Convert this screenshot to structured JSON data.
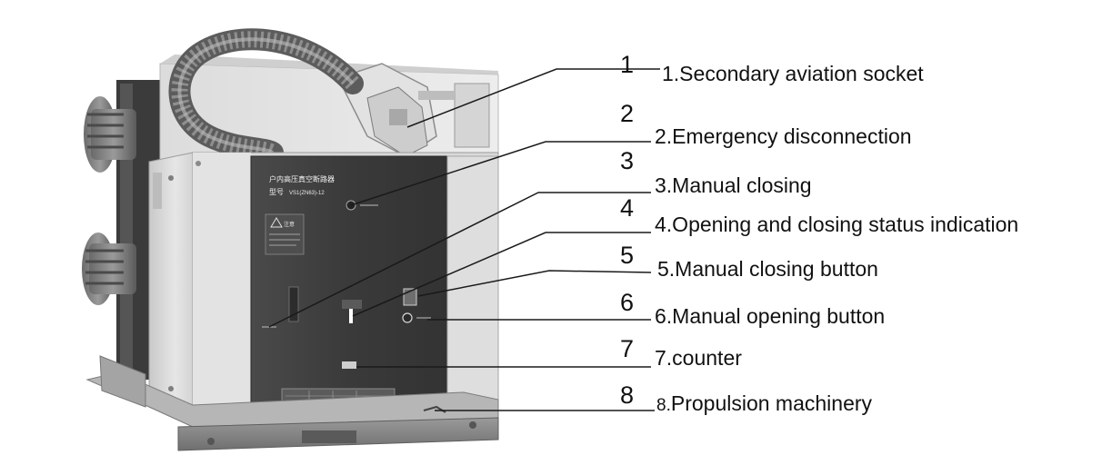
{
  "diagram": {
    "callouts": [
      {
        "number": "1",
        "label": "1.Secondary aviation socket"
      },
      {
        "number": "2",
        "label": "2.Emergency disconnection"
      },
      {
        "number": "3",
        "label": "3.Manual closing"
      },
      {
        "number": "4",
        "label": "4.Opening and closing status indication"
      },
      {
        "number": "5",
        "label": "5.Manual closing button"
      },
      {
        "number": "6",
        "label": "6.Manual opening button"
      },
      {
        "number": "7",
        "label": "7.counter"
      },
      {
        "number": "8",
        "label": "8.",
        "label_rest": "Propulsion machinery"
      }
    ],
    "panel": {
      "title": "户内高压真空断路器",
      "model": "VS1(ZN63)-12",
      "model_prefix": "型号",
      "warning_title": "注意"
    }
  }
}
